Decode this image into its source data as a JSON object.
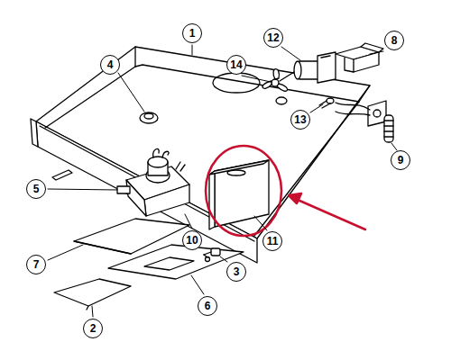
{
  "diagram": {
    "labels": [
      "1",
      "12",
      "8",
      "4",
      "14",
      "13",
      "9",
      "5",
      "10",
      "11",
      "7",
      "3",
      "6",
      "2"
    ]
  }
}
